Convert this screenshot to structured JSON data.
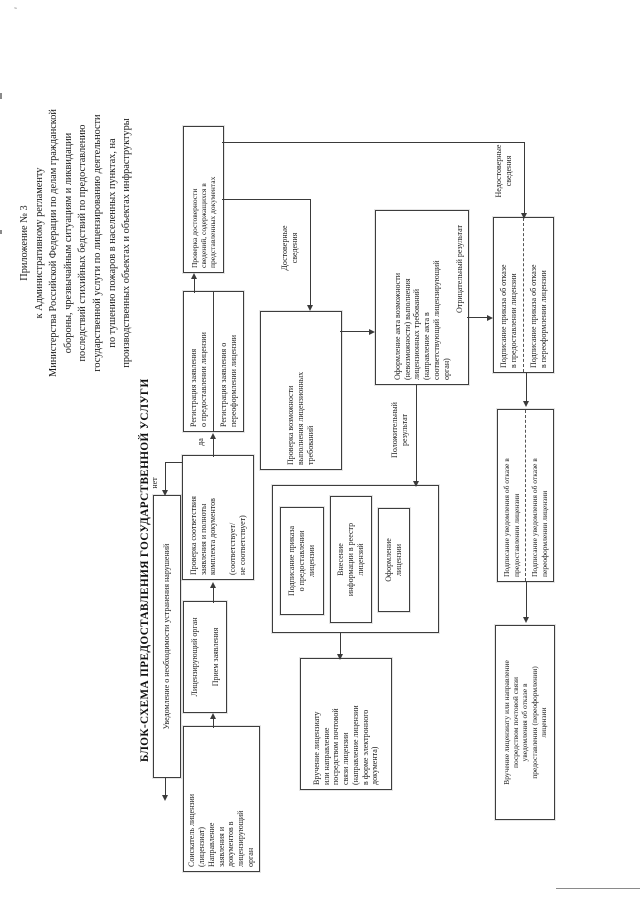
{
  "document": {
    "annex_header": "Приложение № 3\nк Административному регламенту\nМинистерства Российской Федерации по делам гражданской\nобороны, чрезвычайным ситуациям и ликвидации\nпоследствий стихийных бедствий по предоставлению\nгосударственной услуги по лицензированию деятельности\nпо тушению пожаров в населенных пунктах, на\nпроизводственных объектах и объектах инфраструктуры",
    "title": "БЛОК-СХЕМА ПРЕДОСТАВЛЕНИЯ ГОСУДАРСТВЕННОЙ УСЛУГИ"
  },
  "flowchart": {
    "nodes": {
      "soiskatel": "Соискатель лицензии\n(лицензиат)\nНаправление\nзаявления и\nдокументов в\nлицензирующий\nорган",
      "licorgan_title": "Лицензирующий орган",
      "licorgan_sub": "Прием заявления",
      "uvedomlenie_narusheniya": "Уведомление о необходимости устранения нарушений",
      "sootvetstvie": "Проверка соответствия\nзаявления и полноты\nкомплекта документов\n\n(соответствует/\nне соответствует)",
      "registracia_top": "Регистрация заявления\nо предоставлении лицензии",
      "registracia_bottom": "Регистрация заявления о\nпереоформлении лицензии",
      "dostovernost": "Проверка достоверности\nсведений, содержащихся в\nпредставленных документах",
      "vozmozhnost": "Проверка возможности\nвыполнения лицензионных\nтребований",
      "akt": "Оформление акта возможности\n(невозможности) выполнения\nлицензионных требований\n(направление акта в\nсоответствующий лицензирующий\nорган)",
      "prikaz_predostavlenie": "Подписание приказа\nо предоставлении\nлицензии",
      "vnesenie": "Внесение\nинформации в реестр\nлицензий",
      "oformlenie_licenzii": "Оформление\nлицензии",
      "vruchenie_licenzii": "Вручение лицензиату\nили направление\nпосредством почтовой\nсвязи лицензии\n(направление лицензии\nв форме электронного\nдокумента)",
      "prikaz_otkaz_top": "Подписание приказа об отказе\nв предоставлении лицензии",
      "prikaz_otkaz_bottom": "Подписание приказа об отказе\nв переоформлении лицензии",
      "uvedomlenie_otkaz_top": "Подписание уведомления об отказе в\nпредоставлении лицензии",
      "uvedomlenie_otkaz_bottom": "Подписание уведомления об отказе в\nпереоформлении лицензии",
      "vruchenie_uvedomleniya": "Вручение лицензиату или направление\nпосредством почтовой связи\nуведомления об отказе в\nпредоставлении (переоформлении)\nлицензии"
    },
    "labels": {
      "da": "да",
      "net": "нет",
      "dostovernye": "Достоверные\nсведения",
      "nedostovernye": "Недостоверные\nсведения",
      "polozhitelny": "Положительный\nрезультат",
      "otricatelny": "Отрицательный результат"
    }
  },
  "colors": {
    "paper": "#ffffff",
    "ink": "#222222",
    "line": "#3a3a3a"
  }
}
